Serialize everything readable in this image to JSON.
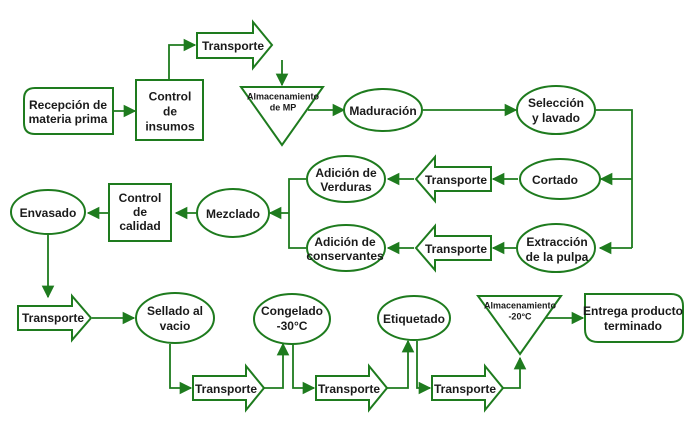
{
  "nodes": {
    "recepcion": [
      "Recepción de",
      "materia prima"
    ],
    "control_insumos": [
      "Control",
      "de",
      "insumos"
    ],
    "transporte_1": [
      "Transporte"
    ],
    "almacen_mp": [
      "Almacenamiento",
      "de MP"
    ],
    "maduracion": [
      "Maduración"
    ],
    "seleccion": [
      "Selección",
      "y lavado"
    ],
    "cortado": [
      "Cortado"
    ],
    "transporte_2": [
      "Transporte"
    ],
    "adicion_verduras": [
      "Adición de",
      "Verduras"
    ],
    "extraccion": [
      "Extracción",
      "de la pulpa"
    ],
    "transporte_3": [
      "Transporte"
    ],
    "adicion_conservantes": [
      "Adición de",
      "conservantes"
    ],
    "mezclado": [
      "Mezclado"
    ],
    "control_calidad": [
      "Control",
      "de",
      "calidad"
    ],
    "envasado": [
      "Envasado"
    ],
    "transporte_4": [
      "Transporte"
    ],
    "sellado": [
      "Sellado al",
      "vacio"
    ],
    "transporte_5": [
      "Transporte"
    ],
    "congelado": [
      "Congelado",
      "-30°C"
    ],
    "transporte_6": [
      "Transporte"
    ],
    "etiquetado": [
      "Etiquetado"
    ],
    "transporte_7": [
      "Transporte"
    ],
    "almacen_20": [
      "Almacenamiento",
      "-20°C"
    ],
    "entrega": [
      "Entrega producto",
      "terminado"
    ]
  },
  "colors": {
    "stroke": "#1e7b1e",
    "text": "#1a1a1a",
    "background": "#ffffff"
  }
}
